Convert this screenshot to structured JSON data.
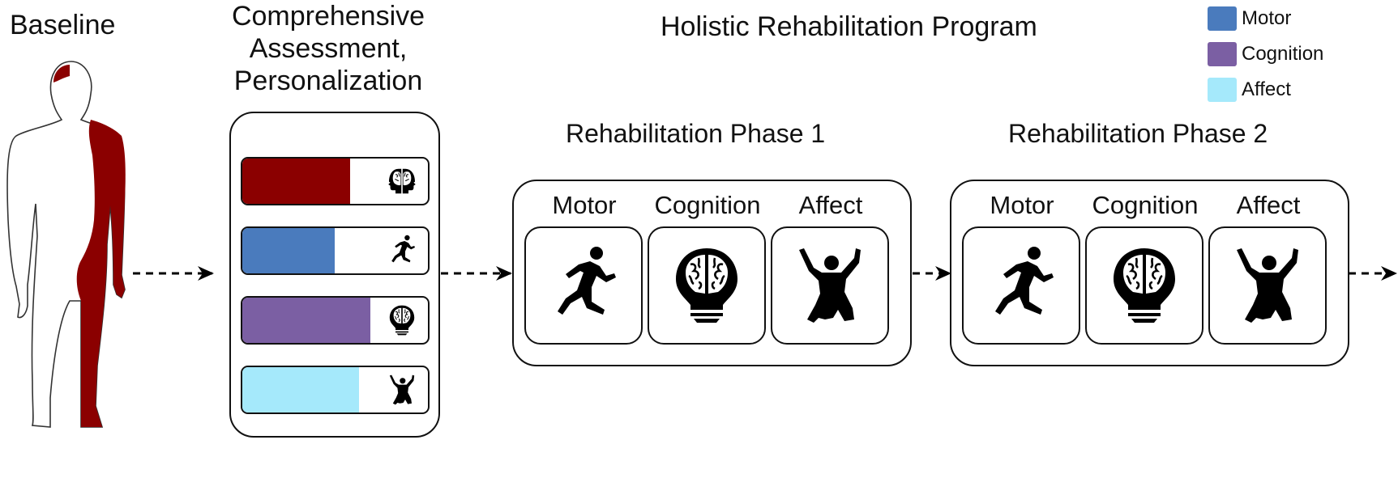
{
  "colors": {
    "impairment": "#8b0000",
    "motor": "#4a7bbd",
    "cognition": "#7b5fa3",
    "affect": "#a5e9fb"
  },
  "headings": {
    "baseline": "Baseline",
    "assessment": [
      "Comprehensive",
      "Assessment,",
      "Personalization"
    ],
    "program": "Holistic Rehabilitation Program"
  },
  "legend": [
    {
      "label": "Motor",
      "color": "motor"
    },
    {
      "label": "Cognition",
      "color": "cognition"
    },
    {
      "label": "Affect",
      "color": "affect"
    }
  ],
  "assessment_bars": [
    {
      "icon": "head-brain-icon",
      "color": "impairment",
      "level": 0.57
    },
    {
      "icon": "runner-icon",
      "color": "motor",
      "level": 0.49
    },
    {
      "icon": "lightbulb-brain-icon",
      "color": "cognition",
      "level": 0.68
    },
    {
      "icon": "jumping-person-icon",
      "color": "affect",
      "level": 0.62
    }
  ],
  "phases": [
    {
      "title": "Rehabilitation Phase 1",
      "labels": [
        "Motor",
        "Cognition",
        "Affect"
      ]
    },
    {
      "title": "Rehabilitation Phase 2",
      "labels": [
        "Motor",
        "Cognition",
        "Affect"
      ]
    }
  ]
}
